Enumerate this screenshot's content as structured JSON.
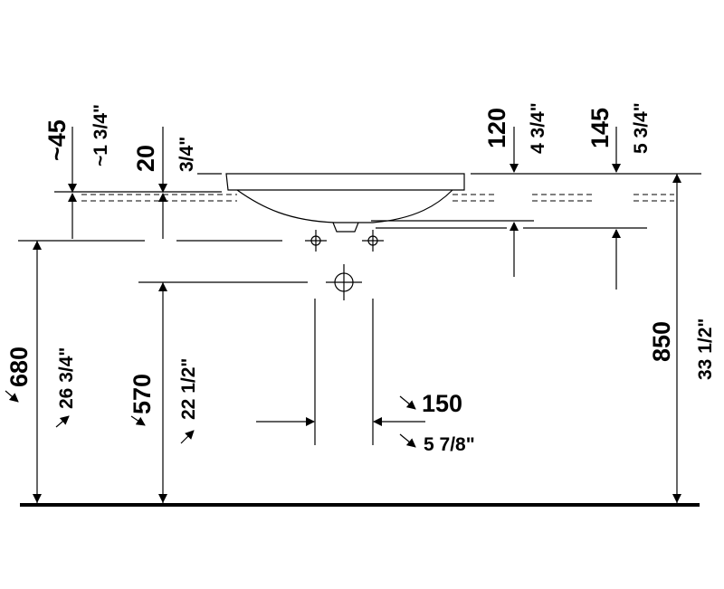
{
  "dimensions": {
    "rim_height_approx_mm": "~45",
    "rim_height_approx_in": "~1 3/4\"",
    "rim_thickness_mm": "20",
    "rim_thickness_in": "3/4\"",
    "overflow_depth_mm": "120",
    "overflow_depth_in": "4 3/4\"",
    "tap_depth_mm": "145",
    "tap_depth_in": "5 3/4\"",
    "tap_height_mm": "680",
    "tap_height_in": "26 3/4\"",
    "drain_height_mm": "570",
    "drain_height_in": "22 1/2\"",
    "drain_spacing_mm": "150",
    "drain_spacing_in": "5 7/8\"",
    "total_height_mm": "850",
    "total_height_in": "33 1/2\""
  }
}
